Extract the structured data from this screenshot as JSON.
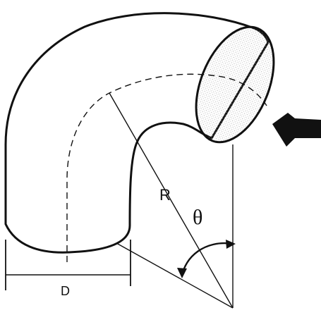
{
  "diagram": {
    "labels": {
      "radius": "R",
      "angle": "θ",
      "diameter": "D"
    },
    "colors": {
      "ink": "#111111",
      "background": "#ffffff",
      "stipple": "#9a9a9a"
    }
  }
}
